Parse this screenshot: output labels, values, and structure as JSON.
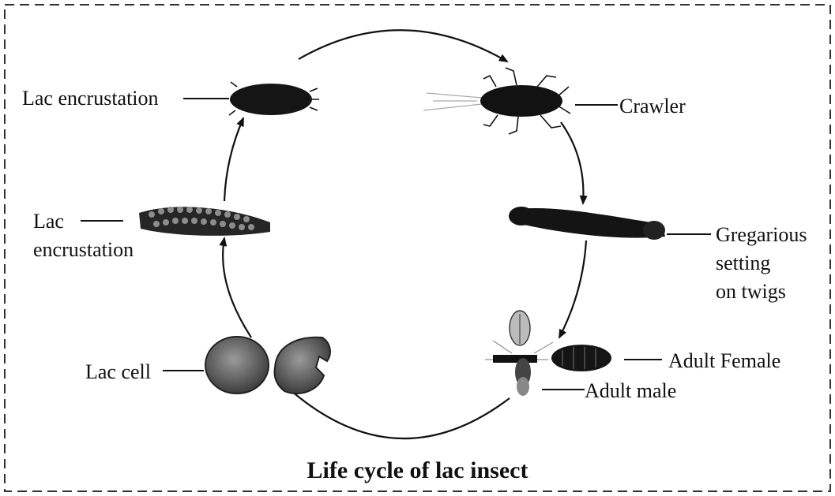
{
  "diagram": {
    "title": "Life cycle of lac insect",
    "stages": [
      {
        "id": "crawler",
        "label": "Crawler"
      },
      {
        "id": "gregarious",
        "label_lines": [
          "Gregarious",
          "setting",
          "on twigs"
        ]
      },
      {
        "id": "adult-female",
        "label": "Adult Female"
      },
      {
        "id": "adult-male",
        "label": "Adult male"
      },
      {
        "id": "lac-cell",
        "label": "Lac cell"
      },
      {
        "id": "lac-encrustation-lower",
        "label_lines": [
          "Lac",
          "encrustation"
        ]
      },
      {
        "id": "lac-encrustation-upper",
        "label": "Lac encrustation"
      }
    ],
    "cycle_direction": "clockwise",
    "colors": {
      "ink": "#111111",
      "border": "#333333",
      "background": "#ffffff"
    }
  }
}
